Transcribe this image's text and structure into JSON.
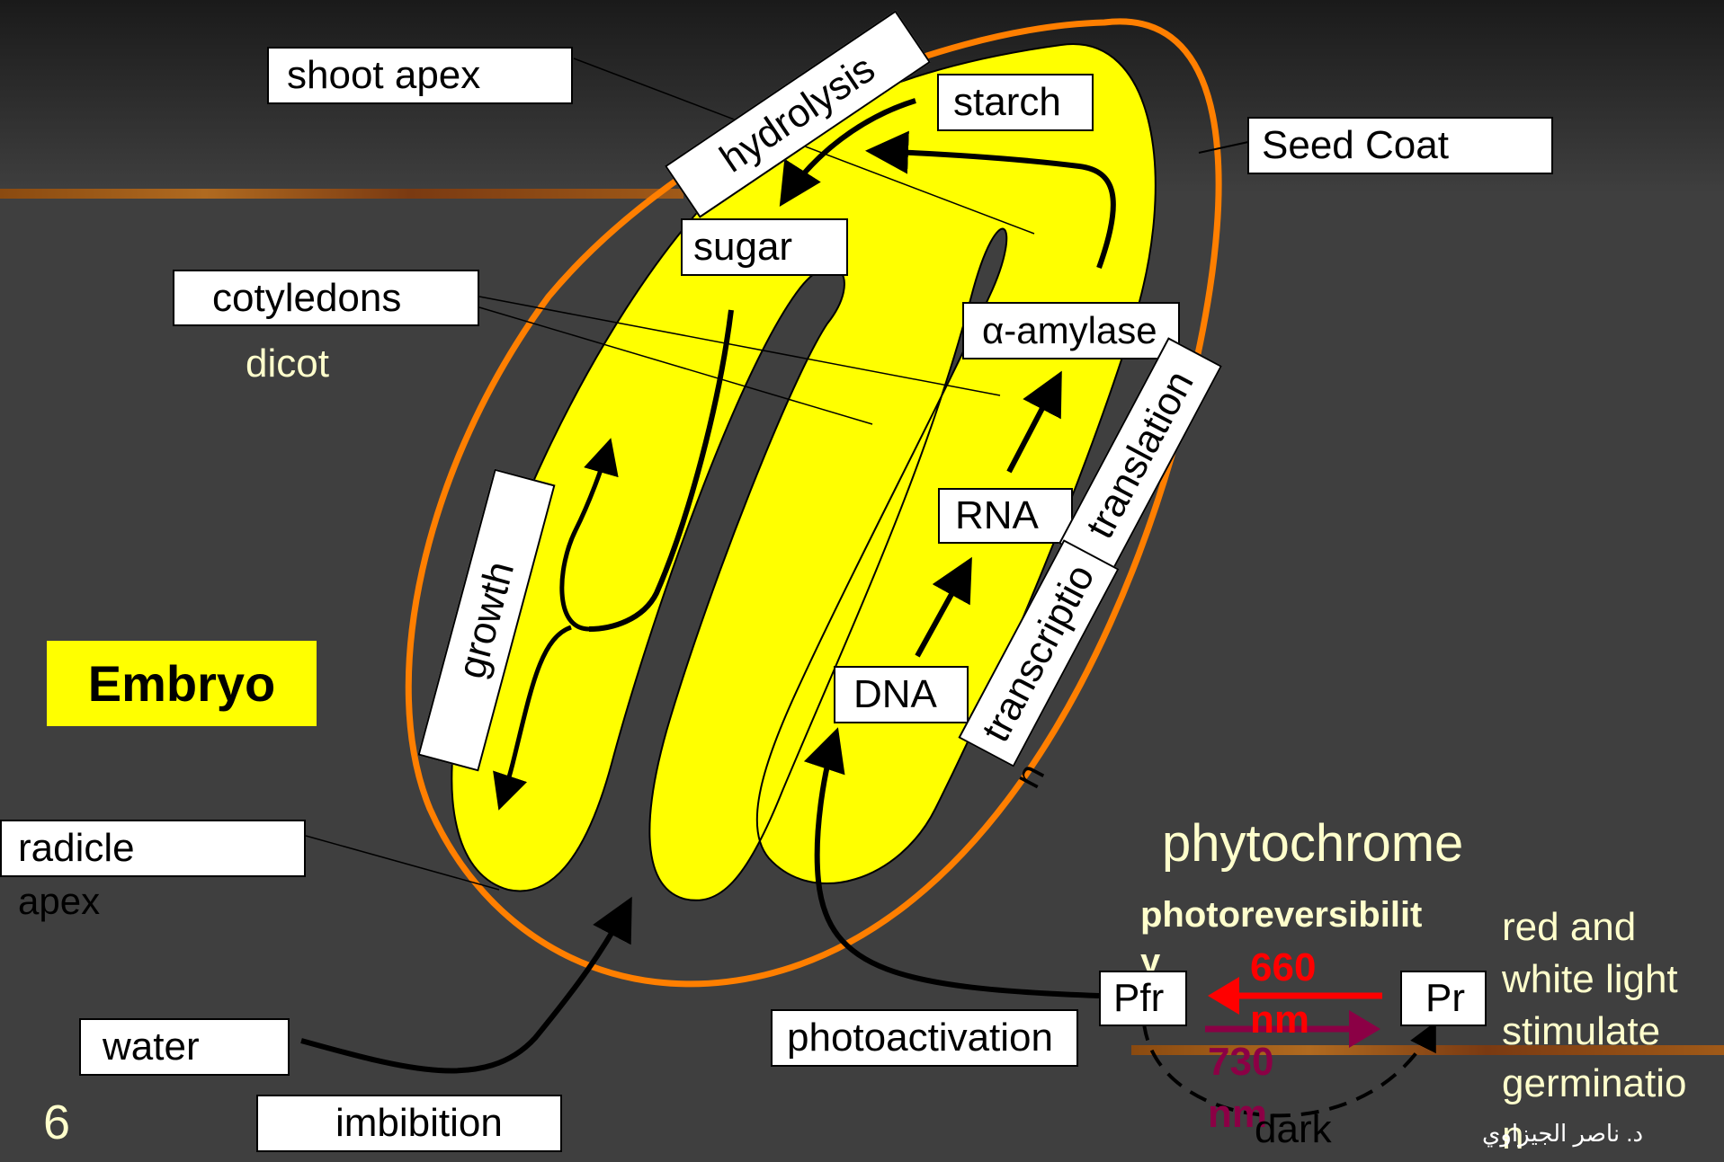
{
  "labels": {
    "shoot_apex": "shoot apex",
    "hydrolysis": "hydrolysis",
    "starch": "starch",
    "seed_coat": "Seed Coat",
    "sugar": "sugar",
    "cotyledons": "cotyledons",
    "dicot": "dicot",
    "alpha_amylase": "α-amylase",
    "translation": "translation",
    "rna": "RNA",
    "growth": "growth",
    "transcription": "transcriptio",
    "transcription_tail": "n",
    "embryo": "Embryo",
    "dna": "DNA",
    "radicle": "radicle",
    "apex": "apex",
    "water": "water",
    "imbibition": "imbibition",
    "photoactivation": "photoactivation",
    "page_number": "6"
  },
  "phytochrome": {
    "title": "phytochrome",
    "subtitle": "photoreversibilit",
    "subtitle_tail": "y",
    "pfr": "Pfr",
    "pr": "Pr",
    "red_value": "660",
    "red_unit": "nm",
    "far_red_value": "730",
    "far_red_unit": "nm",
    "dark": "dark",
    "note_lines": [
      "red and",
      "white light",
      "stimulate",
      "germinatio",
      "n"
    ]
  },
  "credit": "د. ناصر الجيزاوي",
  "colors": {
    "background": "#3f3f3f",
    "seed_fill": "#ffff00",
    "seed_coat": "#ff7f00",
    "embryo_box": "#ffff00",
    "red_light": "#ff0000",
    "far_red": "#8b0045",
    "dicot_text": "#ffffcc",
    "note_text": "#ffffcc"
  }
}
